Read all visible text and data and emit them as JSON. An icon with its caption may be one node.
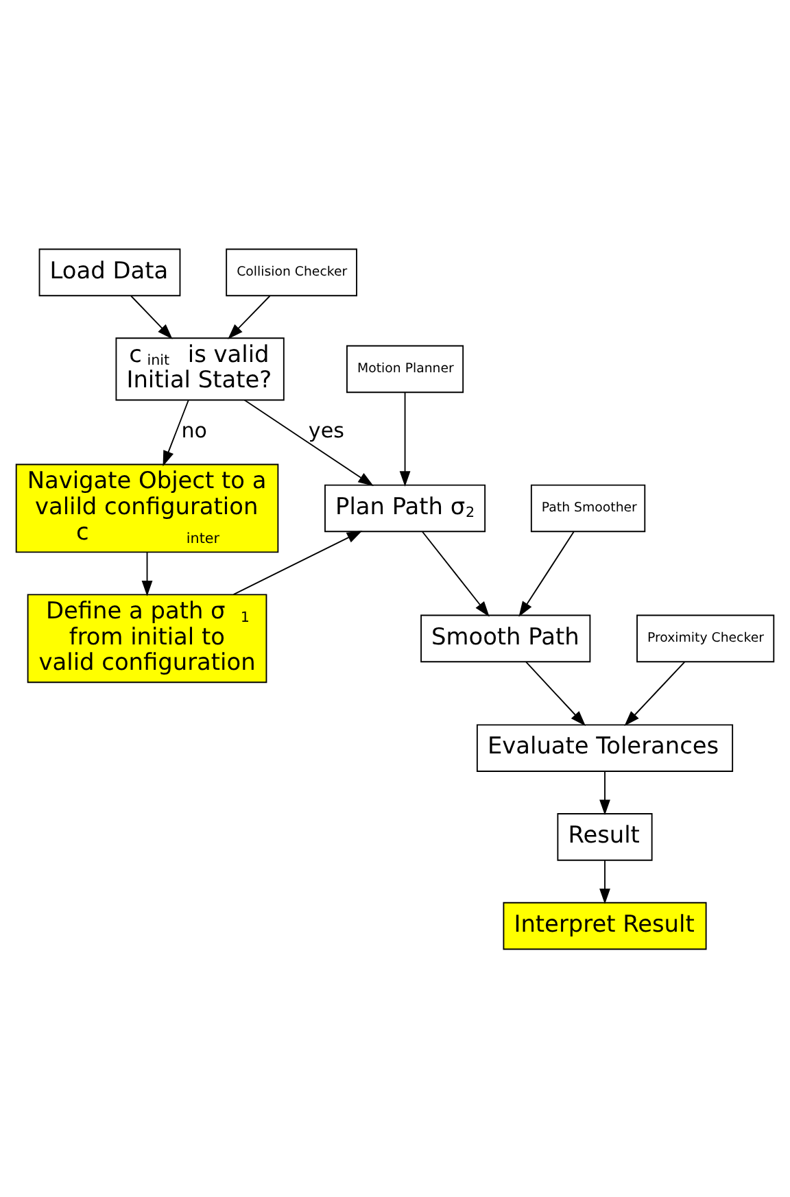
{
  "diagram": {
    "nodes": [
      {
        "text": [
          "Load Data"
        ]
      },
      {
        "text": [
          "Collision Checker"
        ]
      },
      {
        "text": [
          "c$_{init}$ is valid Initial State?"
        ]
      },
      {
        "text": [
          "Navigate Object to a valild configuration c$_{inter}$"
        ]
      },
      {
        "text": [
          "Motion Planner"
        ]
      },
      {
        "text": [
          "Plan Path σ$_{2}$"
        ]
      },
      {
        "text": [
          "Define a path σ$_{1}$ from initial to valid configuration"
        ]
      },
      {
        "text": [
          "Path Smoother"
        ]
      },
      {
        "text": [
          "Smooth Path"
        ]
      },
      {
        "text": [
          "Proximity Checker"
        ]
      },
      {
        "text": [
          "Evaluate Tolerances"
        ]
      },
      {
        "text": [
          "Result"
        ]
      },
      {
        "text": [
          "Interpret Result"
        ]
      }
    ],
    "edges": [
      {
        "from": 0,
        "to": 2,
        "arrow": "to"
      },
      {
        "from": 1,
        "to": 2,
        "arrow": "to"
      },
      {
        "from": 2,
        "to": 5,
        "arrow": "to",
        "label": "yes"
      },
      {
        "from": 2,
        "to": 3,
        "arrow": "to",
        "label": "no"
      },
      {
        "from": 4,
        "to": 5,
        "arrow": "to"
      },
      {
        "from": 3,
        "to": 6,
        "arrow": "to"
      },
      {
        "from": 6,
        "to": 5,
        "arrow": "to"
      },
      {
        "from": 7,
        "to": 8,
        "arrow": "to"
      },
      {
        "from": 5,
        "to": 8,
        "arrow": "to"
      },
      {
        "from": 9,
        "to": 10,
        "arrow": "to"
      },
      {
        "from": 8,
        "to": 10,
        "arrow": "to"
      },
      {
        "from": 10,
        "to": 11,
        "arrow": "to"
      },
      {
        "from": 11,
        "to": 12,
        "arrow": "to"
      }
    ]
  }
}
